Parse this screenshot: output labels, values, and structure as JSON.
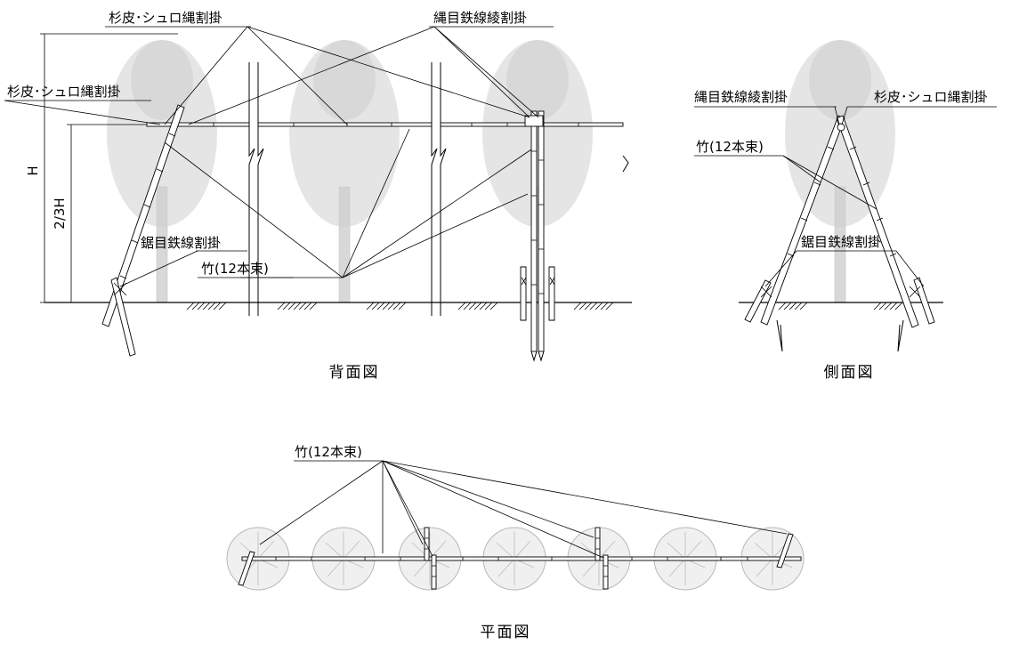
{
  "views": {
    "back": {
      "title": "背面図"
    },
    "side": {
      "title": "側面図"
    },
    "plan": {
      "title": "平面図"
    }
  },
  "labels": {
    "sugi_shuro": "杉皮･シュロ縄割掛",
    "nawame_ayagake": "縄目鉄線綾割掛",
    "nawame_warikake": "縄目鉄線綾割掛",
    "nokome": "鋸目鉄線割掛",
    "bamboo": "竹(12本束)"
  },
  "dimensions": {
    "height": "H",
    "two_thirds": "2/3H"
  }
}
